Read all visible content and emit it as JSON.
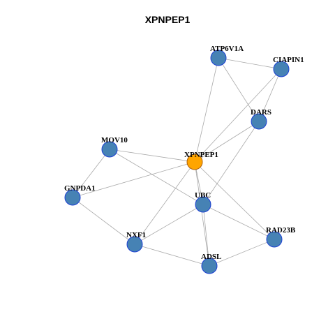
{
  "title": "XPNPEP1",
  "colors": {
    "hub_fill": "#FFA500",
    "node_fill": "#4682B4",
    "node_stroke": "#1c3fd4",
    "hub_stroke": "#b0600a",
    "edge": "#a9a9a9"
  },
  "nodes": [
    {
      "id": "XPNPEP1",
      "label": "XPNPEP1",
      "hub": true
    },
    {
      "id": "ATP6V1A",
      "label": "ATP6V1A"
    },
    {
      "id": "CIAPIN1",
      "label": "CIAPIN1"
    },
    {
      "id": "DARS",
      "label": "DARS"
    },
    {
      "id": "MOV10",
      "label": "MOV10"
    },
    {
      "id": "GNPDA1",
      "label": "GNPDA1"
    },
    {
      "id": "UBC",
      "label": "UBC"
    },
    {
      "id": "NXF1",
      "label": "NXF1"
    },
    {
      "id": "RAD23B",
      "label": "RAD23B"
    },
    {
      "id": "ADSL",
      "label": "ADSL"
    }
  ],
  "edges": [
    [
      "ATP6V1A",
      "CIAPIN1"
    ],
    [
      "ATP6V1A",
      "DARS"
    ],
    [
      "ATP6V1A",
      "XPNPEP1"
    ],
    [
      "CIAPIN1",
      "DARS"
    ],
    [
      "CIAPIN1",
      "XPNPEP1"
    ],
    [
      "DARS",
      "XPNPEP1"
    ],
    [
      "DARS",
      "UBC"
    ],
    [
      "MOV10",
      "XPNPEP1"
    ],
    [
      "MOV10",
      "GNPDA1"
    ],
    [
      "MOV10",
      "UBC"
    ],
    [
      "GNPDA1",
      "XPNPEP1"
    ],
    [
      "GNPDA1",
      "NXF1"
    ],
    [
      "XPNPEP1",
      "NXF1"
    ],
    [
      "XPNPEP1",
      "UBC"
    ],
    [
      "XPNPEP1",
      "RAD23B"
    ],
    [
      "XPNPEP1",
      "ADSL"
    ],
    [
      "UBC",
      "NXF1"
    ],
    [
      "UBC",
      "RAD23B"
    ],
    [
      "UBC",
      "ADSL"
    ],
    [
      "NXF1",
      "ADSL"
    ],
    [
      "RAD23B",
      "ADSL"
    ]
  ]
}
